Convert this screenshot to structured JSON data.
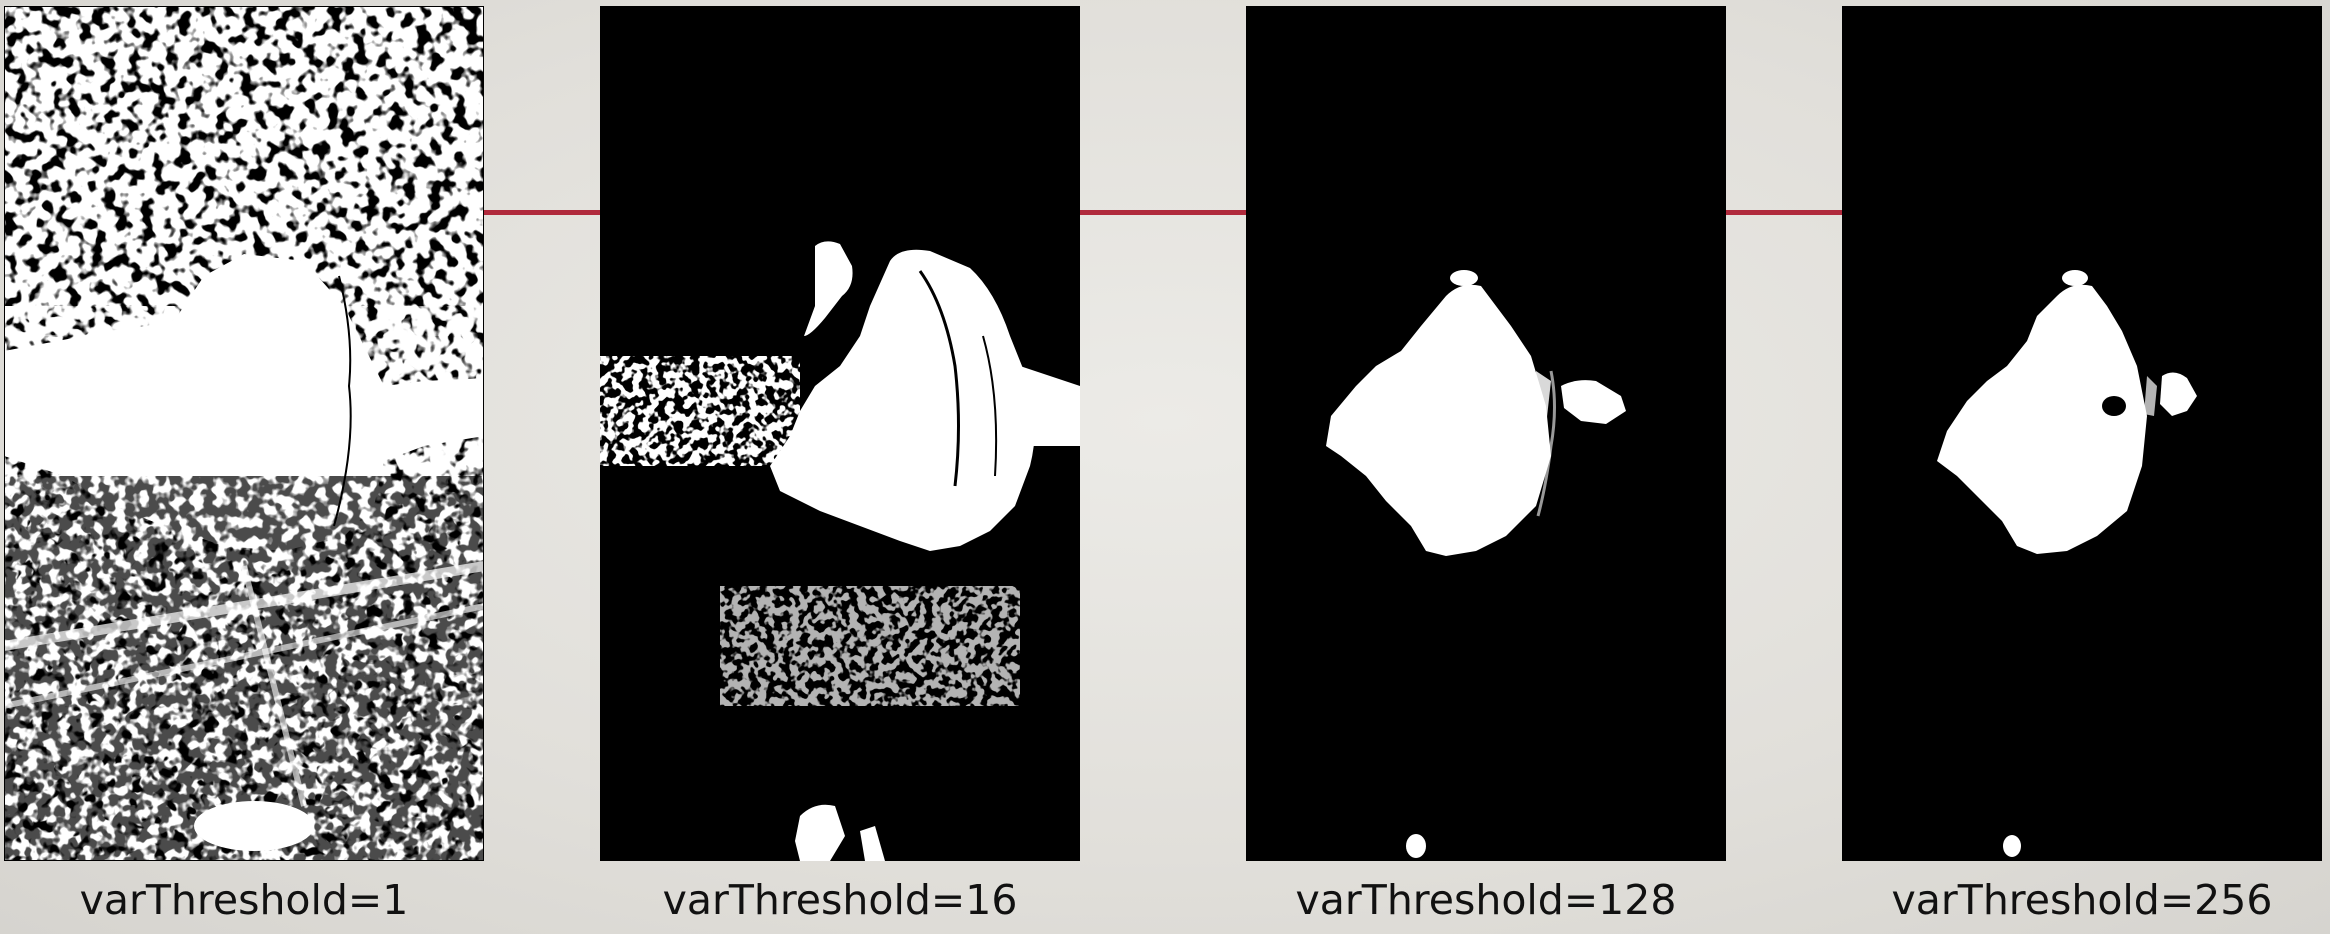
{
  "panels": [
    {
      "label": "varThreshold=1"
    },
    {
      "label": "varThreshold=16"
    },
    {
      "label": "varThreshold=128"
    },
    {
      "label": "varThreshold=256"
    }
  ],
  "colors": {
    "connector": "#b02a3c",
    "mask_on": "#ffffff",
    "mask_off": "#000000"
  }
}
